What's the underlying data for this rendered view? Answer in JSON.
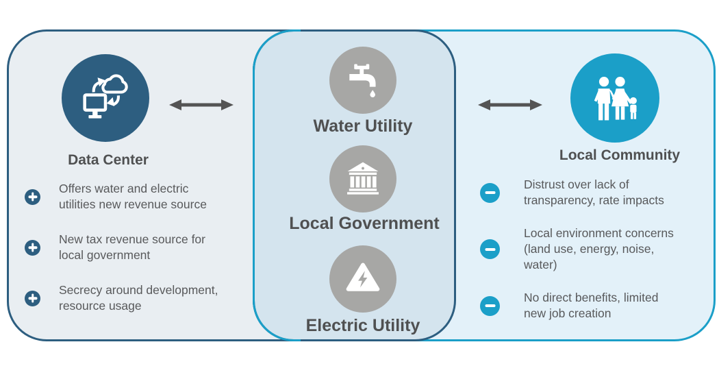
{
  "diagram": {
    "data_center": {
      "title": "Data Center",
      "items": [
        {
          "sentiment": "plus",
          "text": "Offers water and electric\nutilities new revenue source"
        },
        {
          "sentiment": "plus",
          "text": "New tax revenue source for\nlocal government"
        },
        {
          "sentiment": "plus",
          "text": "Secrecy around development,\nresource usage"
        }
      ]
    },
    "intermediaries": {
      "nodes": [
        {
          "label": "Water Utility",
          "icon": "water-faucet-icon"
        },
        {
          "label": "Local Government",
          "icon": "government-building-icon"
        },
        {
          "label": "Electric Utility",
          "icon": "electric-hazard-icon"
        }
      ]
    },
    "local_community": {
      "title": "Local Community",
      "items": [
        {
          "sentiment": "minus",
          "text": "Distrust over lack of\ntransparency, rate impacts"
        },
        {
          "sentiment": "minus",
          "text": "Local environment concerns\n(land use, energy, noise,\nwater)"
        },
        {
          "sentiment": "minus",
          "text": "No direct benefits, limited\nnew job creation"
        }
      ]
    },
    "colors": {
      "dark_blue": "#2d5e80",
      "cyan": "#1b9fc8",
      "left_panel_bg": "#e9eef2",
      "middle_panel_bg": "#d4e4ee",
      "right_panel_bg": "#e3f1f9",
      "gray_circle": "#a7a7a5",
      "arrow_gray": "#545454",
      "heading_text": "#4f5051",
      "body_text": "#58595b"
    }
  }
}
